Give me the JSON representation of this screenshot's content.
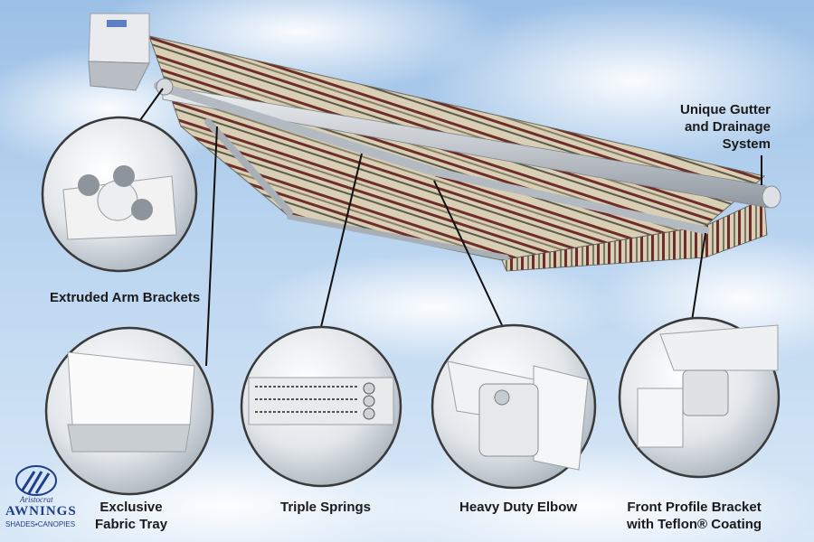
{
  "callouts": {
    "gutter_line1": "Unique Gutter",
    "gutter_line2": "and Drainage",
    "gutter_line3": "System",
    "arm_brackets": "Extruded Arm Brackets",
    "fabric_tray_line1": "Exclusive",
    "fabric_tray_line2": "Fabric Tray",
    "triple_springs": "Triple Springs",
    "heavy_elbow": "Heavy Duty Elbow",
    "front_bracket_line1": "Front Profile Bracket",
    "front_bracket_line2": "with Teflon® Coating"
  },
  "logo": {
    "top": "Aristocrat",
    "brand": "AWNINGS",
    "tagline": "SHADES•CANOPIES"
  },
  "colors": {
    "sky_top": "#9cc0e6",
    "stripe_tan": "#d8cfb4",
    "stripe_maroon": "#6e2c2a",
    "metal": "#c8ccd2",
    "brand_blue": "#1e3f8a"
  }
}
